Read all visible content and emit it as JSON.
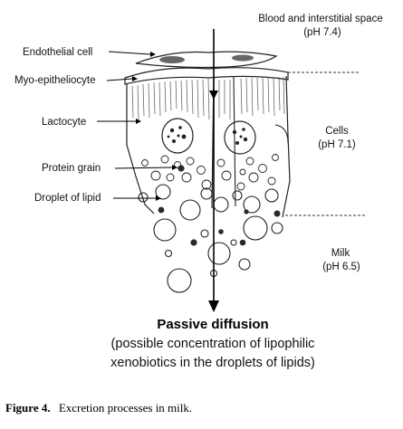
{
  "labels": {
    "endothelial": "Endothelial cell",
    "myo": "Myo-epitheliocyte",
    "lactocyte": "Lactocyte",
    "protein": "Protein grain",
    "lipid": "Droplet of lipid"
  },
  "zones": {
    "blood_line1": "Blood and interstitial space",
    "blood_line2": "(pH 7.4)",
    "cells_line1": "Cells",
    "cells_line2": "(pH 7.1)",
    "milk_line1": "Milk",
    "milk_line2": "(pH 6.5)"
  },
  "diffusion": {
    "title": "Passive diffusion",
    "line1": "(possible concentration of lipophilic",
    "line2": "xenobiotics in the droplets of lipids)"
  },
  "caption": {
    "label": "Figure 4.",
    "text": "Excretion processes in milk."
  }
}
